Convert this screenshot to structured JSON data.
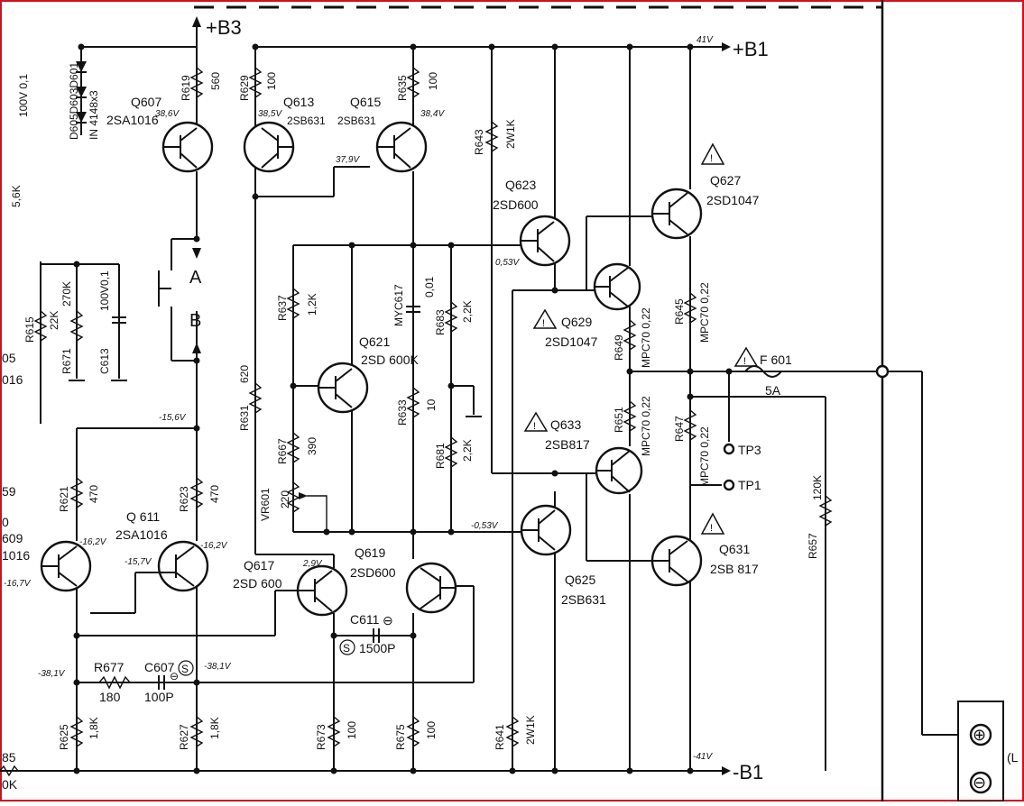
{
  "rails": {
    "b3": "+B3",
    "b1_pos": "+B1",
    "b1_neg": "-B1",
    "b1_pos_v": "41V",
    "b1_neg_v": "-41V"
  },
  "transistors": [
    {
      "ref": "Q607",
      "part": "2SA1016"
    },
    {
      "ref": "Q613",
      "part": "2SB631"
    },
    {
      "ref": "Q615",
      "part": "2SB631"
    },
    {
      "ref": "Q623",
      "part": "2SD600"
    },
    {
      "ref": "Q627",
      "part": "2SD1047"
    },
    {
      "ref": "Q629",
      "part": "2SD1047"
    },
    {
      "ref": "Q621",
      "part": "2SD 600K"
    },
    {
      "ref": "Q633",
      "part": "2SB817"
    },
    {
      "ref": "Q 611",
      "part": "2SA1016"
    },
    {
      "ref": "Q617",
      "part": "2SD 600"
    },
    {
      "ref": "Q619",
      "part": "2SD600"
    },
    {
      "ref": "Q625",
      "part": "2SB631"
    },
    {
      "ref": "Q631",
      "part": "2SB 817"
    }
  ],
  "resistors": [
    {
      "ref": "R619",
      "value": "560"
    },
    {
      "ref": "R629",
      "value": "100"
    },
    {
      "ref": "R635",
      "value": "100"
    },
    {
      "ref": "R643",
      "value": "2W1K"
    },
    {
      "ref": "R637",
      "value": "1,2K"
    },
    {
      "ref": "R683",
      "value": "2,2K"
    },
    {
      "ref": "R633",
      "value": "10"
    },
    {
      "ref": "R681",
      "value": "2,2K"
    },
    {
      "ref": "R649",
      "value": "MPC70 0,22"
    },
    {
      "ref": "R645",
      "value": "MPC70 0,22"
    },
    {
      "ref": "R651",
      "value": "MPC70 0,22"
    },
    {
      "ref": "R647",
      "value": "MPC70 0,22"
    },
    {
      "ref": "R615",
      "value": "22K"
    },
    {
      "ref": "R671",
      "value": "270K"
    },
    {
      "ref": "R631",
      "value": "620"
    },
    {
      "ref": "R667",
      "value": "390"
    },
    {
      "ref": "R621",
      "value": "470"
    },
    {
      "ref": "R623",
      "value": "470"
    },
    {
      "ref": "R677",
      "value": "180"
    },
    {
      "ref": "R625",
      "value": "1,8K"
    },
    {
      "ref": "R627",
      "value": "1,8K"
    },
    {
      "ref": "R673",
      "value": "100"
    },
    {
      "ref": "R675",
      "value": "100"
    },
    {
      "ref": "R641",
      "value": "2W1K"
    },
    {
      "ref": "R657",
      "value": "120K"
    }
  ],
  "capacitors": [
    {
      "ref": "MYC617",
      "value": "0,01"
    },
    {
      "ref": "C613",
      "value": "100V0,1"
    },
    {
      "ref": "C611",
      "value": "1500P"
    },
    {
      "ref": "C607",
      "value": "100P"
    }
  ],
  "misc": {
    "diodes": "D605D603D601",
    "diodes_part": "IN 4148x3",
    "vr_ref": "VR601",
    "vr_value": "220",
    "fuse_ref": "F 601",
    "fuse_value": "5A",
    "tp3": "TP3",
    "tp1": "TP1",
    "switch_a": "A",
    "switch_b": "B",
    "cap_edge_value": "100V 0,1",
    "res_edge_value": "5,6K",
    "s_mark": "S",
    "minus_mark": "⊖",
    "plus_terminal": "⊕",
    "minus_terminal": "⊖",
    "edge_partial": "(L"
  },
  "voltages": {
    "v1": "38,6V",
    "v2": "38,5V",
    "v3": "38,4V",
    "v4": "37,9V",
    "v5": "0,53V",
    "v6": "-0,53V",
    "v7": "-15,6V",
    "v8": "-16,2V",
    "v9": "-16,2V",
    "v10": "-15,7V",
    "v11": "-16,7V",
    "v12": "2,9V",
    "v13": "-38,1V",
    "v14": "-38,1V"
  },
  "edge_fragments": {
    "f1": "05",
    "f2": "016",
    "f3": "59",
    "f4": "0",
    "f5": "609",
    "f6": "1016",
    "f7": "85",
    "f8": "0K"
  },
  "colors": {
    "frame": "#d01020",
    "ink": "#111111",
    "paper": "#ffffff"
  }
}
